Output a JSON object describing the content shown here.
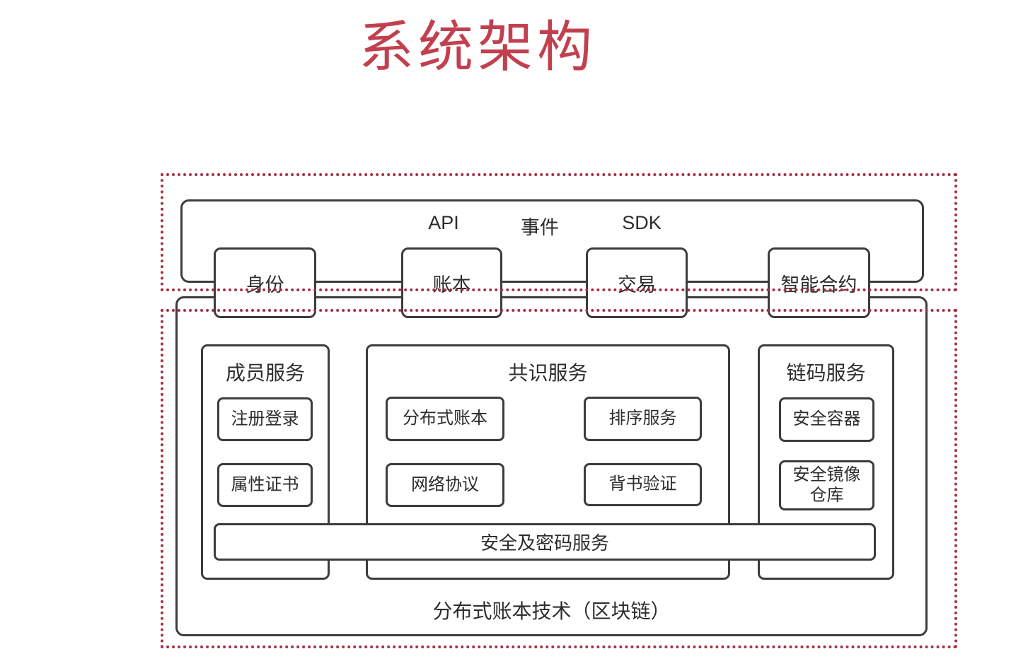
{
  "title": "系统架构",
  "colors": {
    "title_red": "#c2404e",
    "dotted_frame_red": "#a5303f",
    "line_dark": "#3c3c3c",
    "background": "#ffffff"
  },
  "interface_layer": {
    "labels": [
      "API",
      "事件",
      "SDK"
    ],
    "boxes": [
      "身份",
      "账本",
      "交易",
      "智能合约"
    ]
  },
  "platform_layer": {
    "groups": [
      {
        "title": "成员服务",
        "items": [
          "注册登录",
          "属性证书"
        ]
      },
      {
        "title": "共识服务",
        "items": [
          "分布式账本",
          "排序服务",
          "网络协议",
          "背书验证"
        ]
      },
      {
        "title": "链码服务",
        "items": [
          "安全容器",
          "安全镜像仓库"
        ]
      }
    ],
    "security_bar": "安全及密码服务",
    "caption": "分布式账本技术（区块链）"
  }
}
